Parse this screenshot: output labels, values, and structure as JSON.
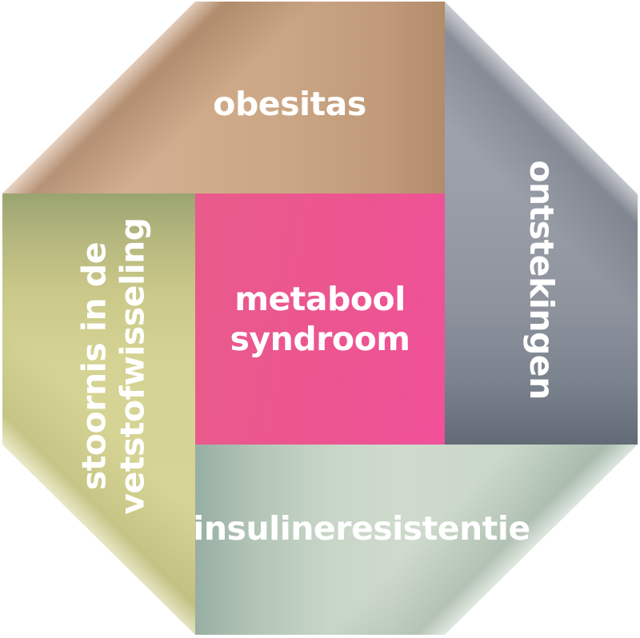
{
  "diagram": {
    "background_color": "#ffffff",
    "text_color": "#ffffff",
    "center": {
      "label": "metabool syndroom",
      "line1": "metabool",
      "line2": "syndroom",
      "color": "#ec5590"
    },
    "segments": [
      {
        "position": "top",
        "label": "obesitas",
        "color": "#c9a181"
      },
      {
        "position": "right",
        "label": "ontstekingen",
        "color": "#9ba0a9"
      },
      {
        "position": "bottom",
        "label": "insulineresistentie",
        "color": "#c8d6c8"
      },
      {
        "position": "left",
        "label": "stoornis in de vetstofwisseling",
        "line1": "stoornis in de",
        "line2": "vetstofwisseling",
        "color": "#d5d393"
      }
    ]
  }
}
